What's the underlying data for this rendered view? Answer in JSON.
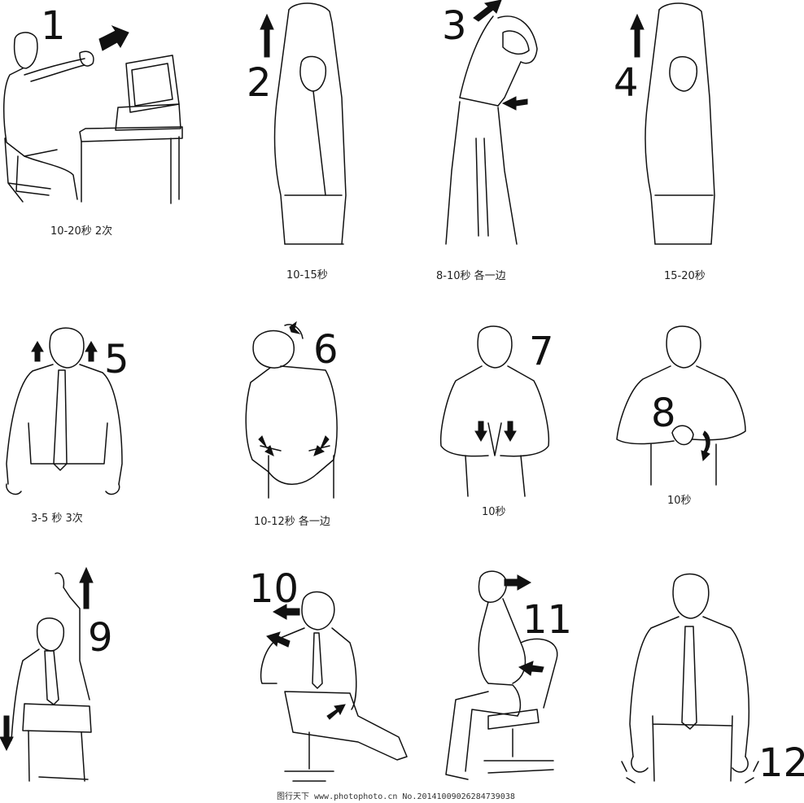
{
  "steps": [
    {
      "number": "1",
      "caption": "10-20秒 2次"
    },
    {
      "number": "2",
      "caption": "10-15秒"
    },
    {
      "number": "3",
      "caption": "8-10秒 各一边"
    },
    {
      "number": "4",
      "caption": "15-20秒"
    },
    {
      "number": "5",
      "caption": "3-5 秒 3次"
    },
    {
      "number": "6",
      "caption": "10-12秒 各一边"
    },
    {
      "number": "7",
      "caption": "10秒"
    },
    {
      "number": "8",
      "caption": "10秒"
    },
    {
      "number": "9",
      "caption": ""
    },
    {
      "number": "10",
      "caption": ""
    },
    {
      "number": "11",
      "caption": ""
    },
    {
      "number": "12",
      "caption": ""
    }
  ],
  "watermark": "图行天下 www.photophoto.cn  No.20141009026284739038",
  "colors": {
    "ink": "#111111",
    "background": "#ffffff"
  }
}
